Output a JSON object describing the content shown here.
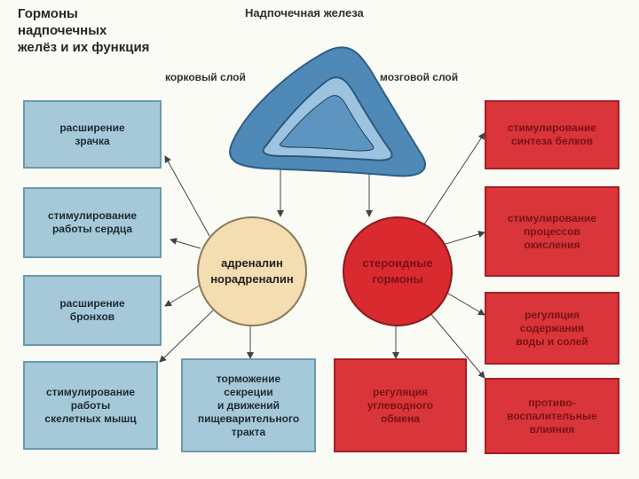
{
  "title": "Гормоны\nнадпочечных\nжелёз и их функция",
  "gland": {
    "name": "Надпочечная железа",
    "cortex_label": "корковый слой",
    "medulla_label": "мозговой слой"
  },
  "left_hub": "адреналин\nнорадреналин",
  "right_hub": "стероидные\nгормоны",
  "left_boxes": [
    "расширение\nзрачка",
    "стимулирование\nработы сердца",
    "расширение\nбронхов",
    "стимулирование\nработы\nскелетных мышц",
    "торможение\nсекреции\nи движений\nпищеварительного\nтракта"
  ],
  "right_boxes": [
    "стимулирование\nсинтеза белков",
    "стимулирование\nпроцессов\nокисления",
    "регуляция\nсодержания\nводы и солей",
    "противо-\nвоспалительные\nвлияния",
    "регуляция\nуглеводного\nобмена"
  ],
  "colors": {
    "blue_box": "#a5c9d9",
    "red_box": "#d9353a",
    "left_hub": "#f3ddb1",
    "right_hub": "#d92a2f"
  }
}
